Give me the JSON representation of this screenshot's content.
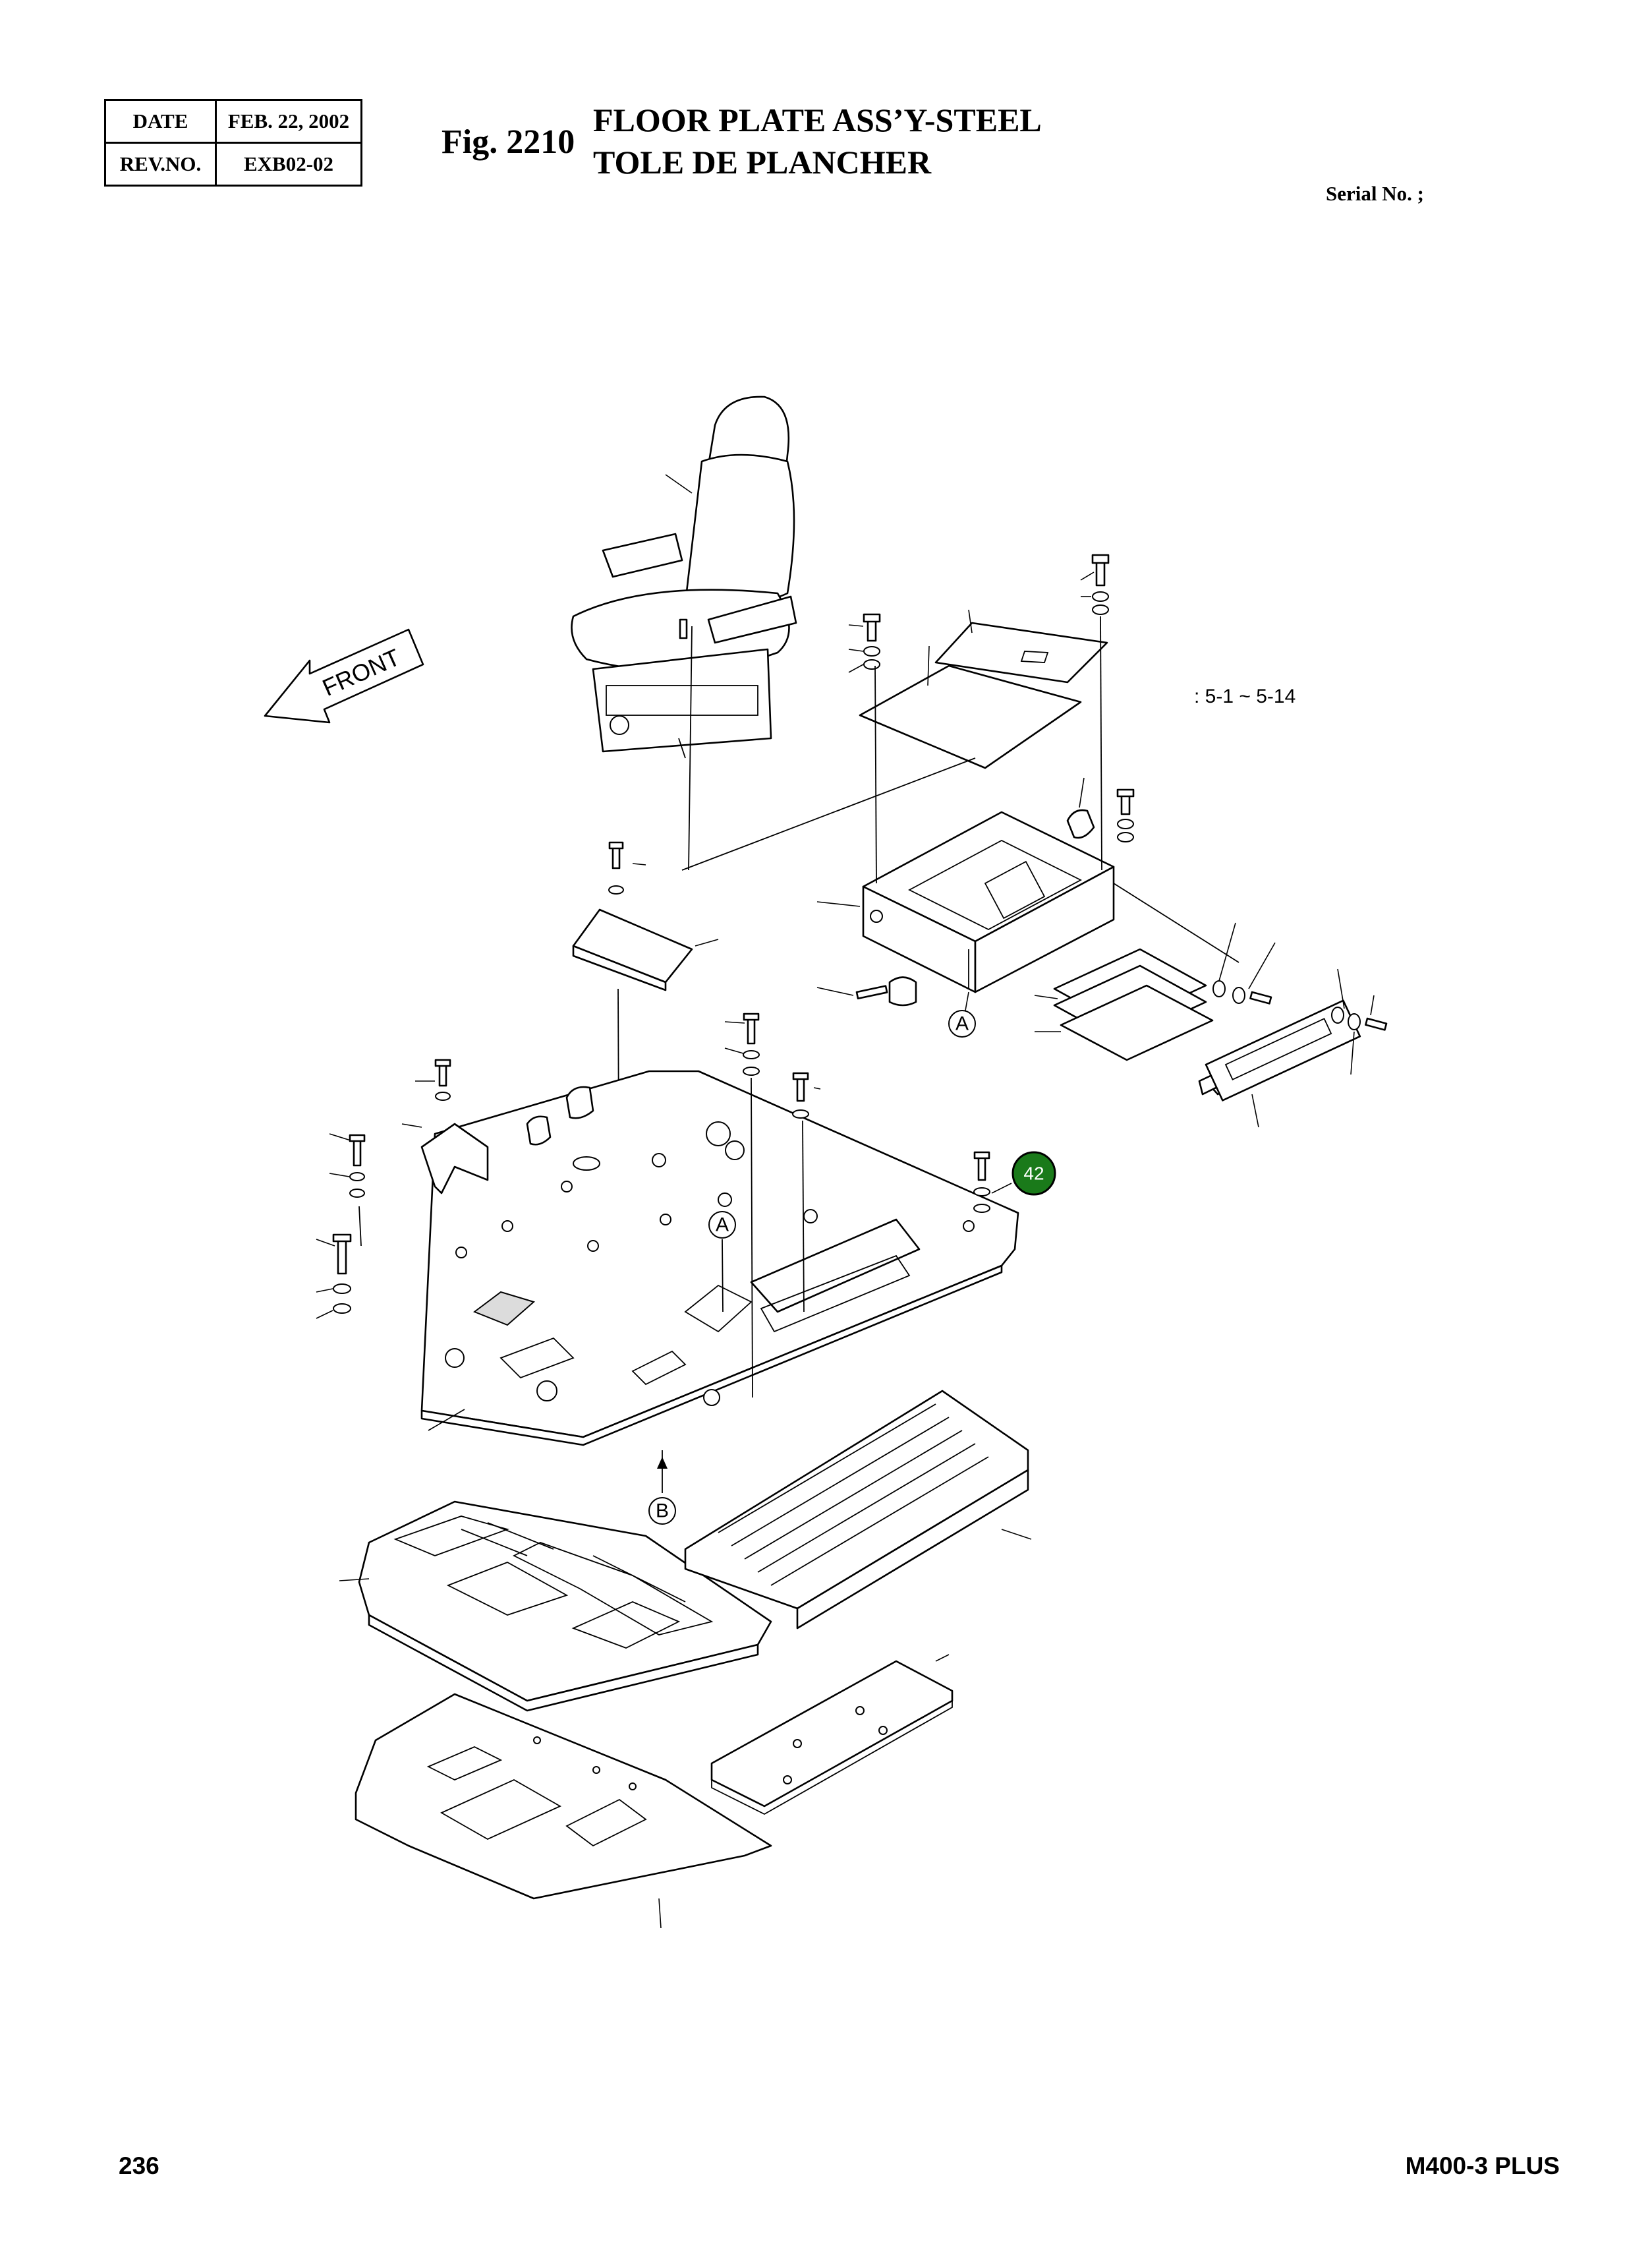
{
  "header": {
    "date_label": "DATE",
    "date_value": "FEB. 22, 2002",
    "rev_label": "REV.NO.",
    "rev_value": "EXB02-02"
  },
  "figure": {
    "number": "Fig. 2210",
    "title_line1": "FLOOR PLATE ASS’Y-STEEL",
    "title_line2": "TOLE DE PLANCHER",
    "serial": "Serial No. ;"
  },
  "diagram": {
    "front_label": "FRONT",
    "reference_note": ": 5-1 ~ 5-14",
    "callout_a_upper": "A",
    "callout_a_lower": "A",
    "callout_b": "B",
    "highlighted_item": "42",
    "highlight_color": "#1a7a1a"
  },
  "footer": {
    "page_number": "236",
    "model": "M400-3 PLUS"
  }
}
